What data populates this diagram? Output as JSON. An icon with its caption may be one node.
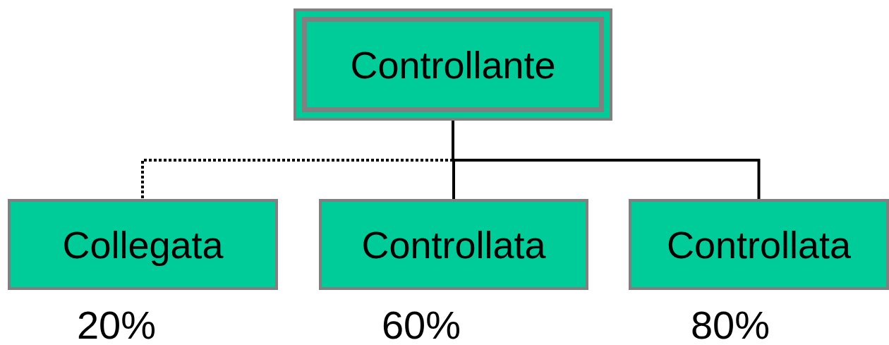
{
  "diagram": {
    "nodes": [
      {
        "text": [
          "Controllante"
        ]
      },
      {
        "text": [
          "Collegata"
        ],
        "beside": [
          "20%"
        ]
      },
      {
        "text": [
          "Controllata"
        ],
        "beside": [
          "60%"
        ]
      },
      {
        "text": [
          "Controllata"
        ],
        "beside": [
          "80%"
        ]
      }
    ],
    "edges": [
      {
        "from": 0,
        "to": 1,
        "arrow": "none",
        "style": "dashed"
      },
      {
        "from": 0,
        "to": 2,
        "arrow": "none"
      },
      {
        "from": 0,
        "to": 3,
        "arrow": "none"
      }
    ]
  }
}
